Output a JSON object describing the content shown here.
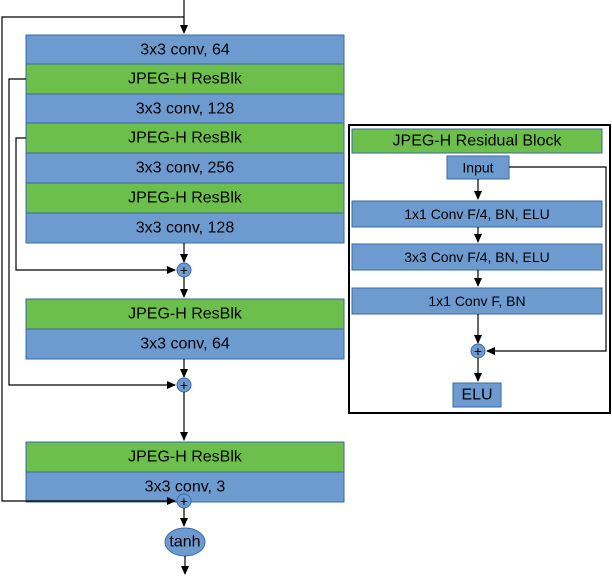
{
  "main_stack": {
    "conv1": "3x3 conv, 64",
    "res1": "JPEG-H ResBlk",
    "conv2": "3x3 conv, 128",
    "res2": "JPEG-H ResBlk",
    "conv3": "3x3 conv, 256",
    "res3": "JPEG-H ResBlk",
    "conv4": "3x3 conv, 128",
    "res4": "JPEG-H ResBlk",
    "conv5": "3x3 conv, 64",
    "res5": "JPEG-H ResBlk",
    "conv6": "3x3 conv, 3",
    "plus_symbol": "+",
    "output_label": "tanh"
  },
  "residual_block": {
    "title": "JPEG-H Residual Block",
    "input_label": "Input",
    "layer1": "1x1 Conv F/4, BN, ELU",
    "layer2": "3x3 Conv F/4, BN, ELU",
    "layer3": "1x1 Conv F, BN",
    "plus_symbol": "+",
    "output_label": "ELU"
  },
  "colors": {
    "conv_fill": "#6e9bcf",
    "resblk_fill": "#6cbf4a",
    "stroke": "#3a6aa6"
  }
}
